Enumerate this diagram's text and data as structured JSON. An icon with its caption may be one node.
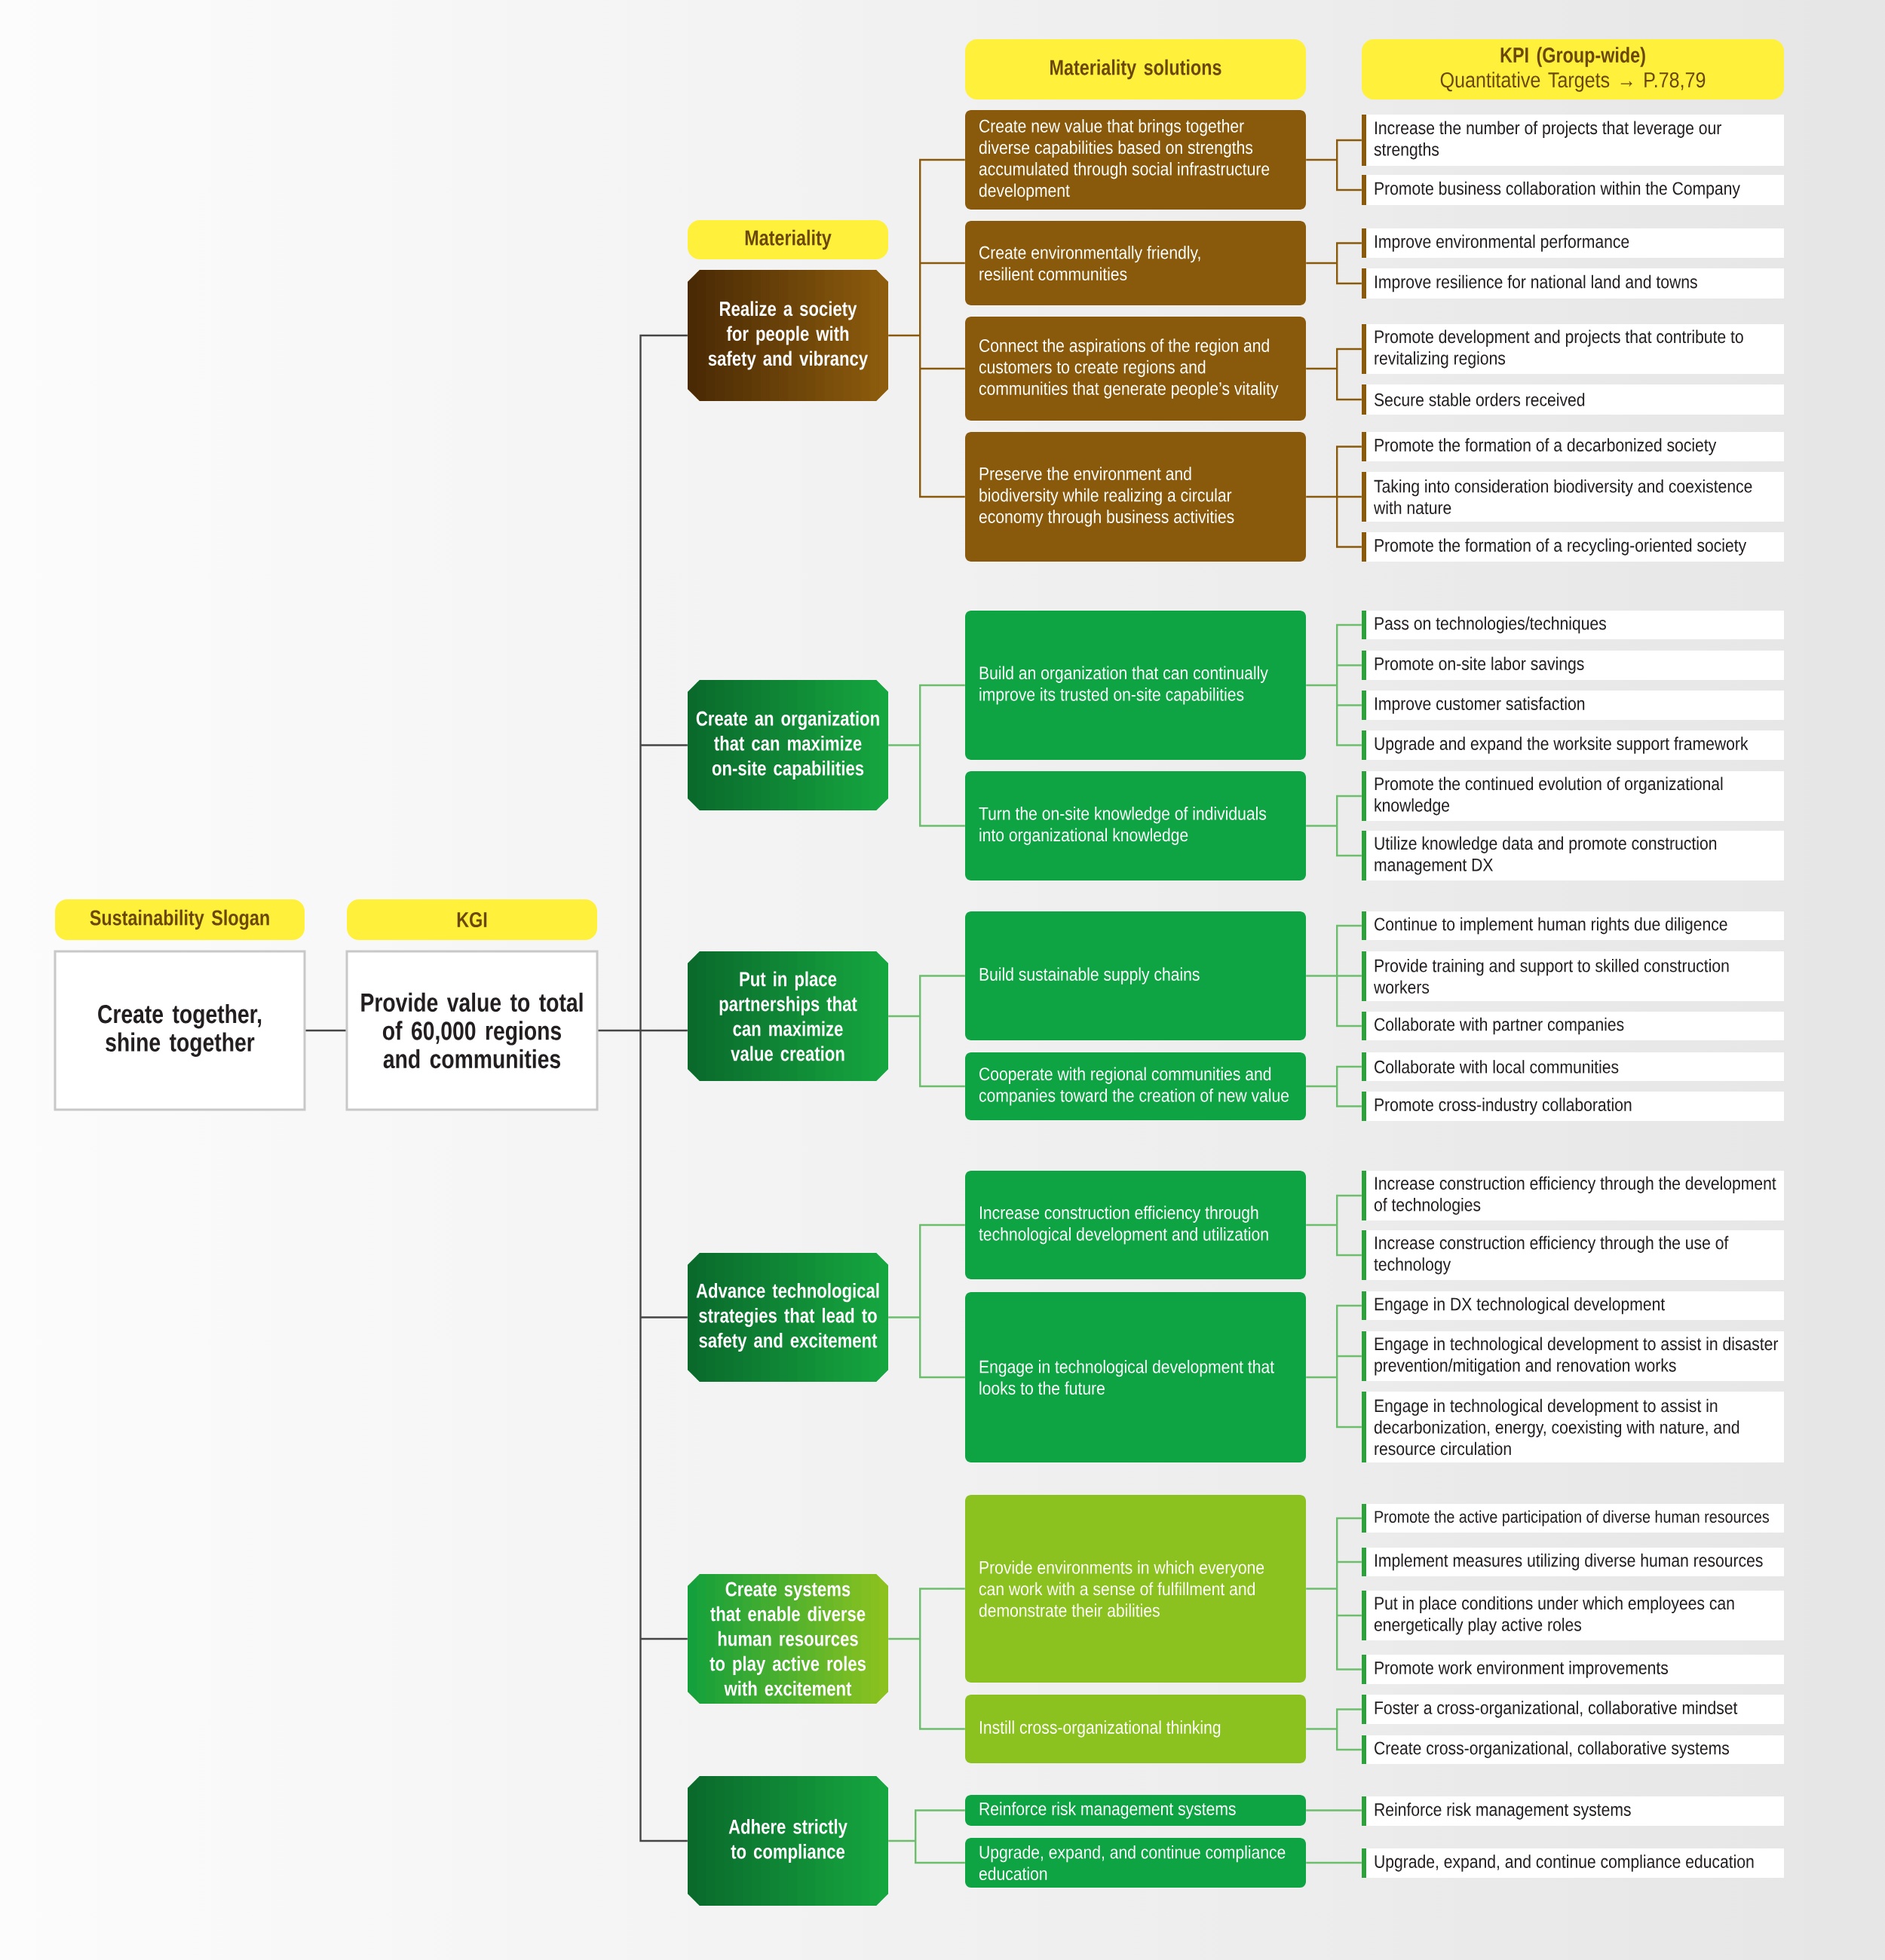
{
  "diagram": {
    "nodes": [
      {
        "text": [
          "Sustainability Slogan"
        ]
      },
      {
        "text": [
          "Create together, shine together"
        ]
      },
      {
        "text": [
          "KGI"
        ]
      },
      {
        "text": [
          "Provide value to total of 60,000 regions and communities"
        ]
      },
      {
        "text": [
          "Materiality"
        ]
      },
      {
        "text": [
          "Realize a society for people with safety and vibrancy"
        ]
      },
      {
        "text": [
          "Create an organization that can maximize on-site capabilities"
        ]
      },
      {
        "text": [
          "Put in place partnerships that can maximize value creation"
        ]
      },
      {
        "text": [
          "Advance technological strategies that lead to safety and excitement"
        ]
      },
      {
        "text": [
          "Create systems that enable diverse human resources to play active roles with excitement"
        ]
      },
      {
        "text": [
          "Adhere strictly to compliance"
        ]
      },
      {
        "text": [
          "Materiality solutions"
        ]
      },
      {
        "text": [
          "Create new value that brings together diverse capabilities based on strengths accumulated through social infrastructure development"
        ]
      },
      {
        "text": [
          "Create environmentally friendly, resilient communities"
        ]
      },
      {
        "text": [
          "Connect the aspirations of the region and customers to create regions and communities that generate people’s vitality"
        ]
      },
      {
        "text": [
          "Preserve the environment and biodiversity while realizing a circular economy through business activities"
        ]
      },
      {
        "text": [
          "Build an organization that can continually improve its trusted on-site capabilities"
        ]
      },
      {
        "text": [
          "Turn the on-site knowledge of individuals into organizational knowledge"
        ]
      },
      {
        "text": [
          "Build sustainable supply chains"
        ]
      },
      {
        "text": [
          "Cooperate with regional communities and companies toward the creation of new value"
        ]
      },
      {
        "text": [
          "Increase construction efficiency through technological development and utilization"
        ]
      },
      {
        "text": [
          "Engage in technological development that looks to the future"
        ]
      },
      {
        "text": [
          "Provide environments in which everyone can work with a sense of fulfillment and demonstrate their abilities"
        ]
      },
      {
        "text": [
          "Instill cross-organizational thinking"
        ]
      },
      {
        "text": [
          "Reinforce risk management systems"
        ]
      },
      {
        "text": [
          "Upgrade, expand, and continue compliance education"
        ]
      },
      {
        "text": [
          "KPI (Group-wide)",
          "Quantitative Targets → P.78,79"
        ]
      },
      {
        "text": [
          "Increase the number of projects that leverage our strengths"
        ]
      },
      {
        "text": [
          "Promote business collaboration within the Company"
        ]
      },
      {
        "text": [
          "Improve environmental performance"
        ]
      },
      {
        "text": [
          "Improve resilience for national land and towns"
        ]
      },
      {
        "text": [
          "Promote development and projects that contribute to revitalizing regions"
        ]
      },
      {
        "text": [
          "Secure stable orders received"
        ]
      },
      {
        "text": [
          "Promote the formation of a decarbonized society"
        ]
      },
      {
        "text": [
          "Taking into consideration biodiversity and coexistence with nature"
        ]
      },
      {
        "text": [
          "Promote the formation of a recycling-oriented society"
        ]
      },
      {
        "text": [
          "Pass on technologies/techniques"
        ]
      },
      {
        "text": [
          "Promote on-site labor savings"
        ]
      },
      {
        "text": [
          "Improve customer satisfaction"
        ]
      },
      {
        "text": [
          "Upgrade and expand the worksite support framework"
        ]
      },
      {
        "text": [
          "Promote the continued evolution of organizational knowledge"
        ]
      },
      {
        "text": [
          "Utilize knowledge data and promote construction management DX"
        ]
      },
      {
        "text": [
          "Continue to implement human rights due diligence"
        ]
      },
      {
        "text": [
          "Provide training and support to skilled construction workers"
        ]
      },
      {
        "text": [
          "Collaborate with partner companies"
        ]
      },
      {
        "text": [
          "Collaborate with local communities"
        ]
      },
      {
        "text": [
          "Promote cross-industry collaboration"
        ]
      },
      {
        "text": [
          "Increase construction efficiency through the development of technologies"
        ]
      },
      {
        "text": [
          "Increase construction efficiency through the use of technology"
        ]
      },
      {
        "text": [
          "Engage in DX technological development"
        ]
      },
      {
        "text": [
          "Engage in technological development to assist in disaster prevention/mitigation and renovation works"
        ]
      },
      {
        "text": [
          "Engage in technological development to assist in decarbonization, energy, coexisting with nature, and resource circulation"
        ]
      },
      {
        "text": [
          "Promote the active participation of diverse human resources"
        ]
      },
      {
        "text": [
          "Implement measures utilizing diverse human resources"
        ]
      },
      {
        "text": [
          "Put in place conditions under which employees can energetically play active roles"
        ]
      },
      {
        "text": [
          "Promote work environment improvements"
        ]
      },
      {
        "text": [
          "Foster a cross-organizational, collaborative mindset"
        ]
      },
      {
        "text": [
          "Create cross-organizational, collaborative systems"
        ]
      },
      {
        "text": [
          "Reinforce risk management systems"
        ]
      },
      {
        "text": [
          "Upgrade, expand, and continue compliance education"
        ]
      }
    ],
    "edges": [
      {
        "from": 1,
        "to": 3,
        "arrow": "none",
        "color": "#454545"
      },
      {
        "from": 3,
        "to": 5,
        "arrow": "none",
        "color": "#454545"
      },
      {
        "from": 3,
        "to": 6,
        "arrow": "none",
        "color": "#454545"
      },
      {
        "from": 3,
        "to": 7,
        "arrow": "none",
        "color": "#454545"
      },
      {
        "from": 3,
        "to": 8,
        "arrow": "none",
        "color": "#454545"
      },
      {
        "from": 3,
        "to": 9,
        "arrow": "none",
        "color": "#454545"
      },
      {
        "from": 3,
        "to": 10,
        "arrow": "none",
        "color": "#454545"
      },
      {
        "from": 5,
        "to": 12,
        "arrow": "none",
        "color": "#8a5a0c"
      },
      {
        "from": 5,
        "to": 13,
        "arrow": "none",
        "color": "#8a5a0c"
      },
      {
        "from": 5,
        "to": 14,
        "arrow": "none",
        "color": "#8a5a0c"
      },
      {
        "from": 5,
        "to": 15,
        "arrow": "none",
        "color": "#8a5a0c"
      },
      {
        "from": 6,
        "to": 16,
        "arrow": "none"
      },
      {
        "from": 6,
        "to": 17,
        "arrow": "none"
      },
      {
        "from": 7,
        "to": 18,
        "arrow": "none"
      },
      {
        "from": 7,
        "to": 19,
        "arrow": "none"
      },
      {
        "from": 8,
        "to": 20,
        "arrow": "none"
      },
      {
        "from": 8,
        "to": 21,
        "arrow": "none"
      },
      {
        "from": 9,
        "to": 22,
        "arrow": "none"
      },
      {
        "from": 9,
        "to": 23,
        "arrow": "none"
      },
      {
        "from": 10,
        "to": 24,
        "arrow": "none"
      },
      {
        "from": 10,
        "to": 25,
        "arrow": "none"
      },
      {
        "from": 12,
        "to": 27,
        "arrow": "none",
        "color": "#8a5a0c"
      },
      {
        "from": 12,
        "to": 28,
        "arrow": "none",
        "color": "#8a5a0c"
      },
      {
        "from": 13,
        "to": 29,
        "arrow": "none",
        "color": "#8a5a0c"
      },
      {
        "from": 13,
        "to": 30,
        "arrow": "none",
        "color": "#8a5a0c"
      },
      {
        "from": 14,
        "to": 31,
        "arrow": "none",
        "color": "#8a5a0c"
      },
      {
        "from": 14,
        "to": 32,
        "arrow": "none",
        "color": "#8a5a0c"
      },
      {
        "from": 15,
        "to": 33,
        "arrow": "none",
        "color": "#8a5a0c"
      },
      {
        "from": 15,
        "to": 34,
        "arrow": "none",
        "color": "#8a5a0c"
      },
      {
        "from": 15,
        "to": 35,
        "arrow": "none",
        "color": "#8a5a0c"
      },
      {
        "from": 16,
        "to": 36,
        "arrow": "none"
      },
      {
        "from": 16,
        "to": 37,
        "arrow": "none"
      },
      {
        "from": 16,
        "to": 38,
        "arrow": "none"
      },
      {
        "from": 16,
        "to": 39,
        "arrow": "none"
      },
      {
        "from": 17,
        "to": 40,
        "arrow": "none"
      },
      {
        "from": 17,
        "to": 41,
        "arrow": "none"
      },
      {
        "from": 18,
        "to": 42,
        "arrow": "none"
      },
      {
        "from": 18,
        "to": 43,
        "arrow": "none"
      },
      {
        "from": 18,
        "to": 44,
        "arrow": "none"
      },
      {
        "from": 19,
        "to": 45,
        "arrow": "none"
      },
      {
        "from": 19,
        "to": 46,
        "arrow": "none"
      },
      {
        "from": 20,
        "to": 47,
        "arrow": "none"
      },
      {
        "from": 20,
        "to": 48,
        "arrow": "none"
      },
      {
        "from": 21,
        "to": 49,
        "arrow": "none"
      },
      {
        "from": 21,
        "to": 50,
        "arrow": "none"
      },
      {
        "from": 21,
        "to": 51,
        "arrow": "none"
      },
      {
        "from": 22,
        "to": 52,
        "arrow": "none"
      },
      {
        "from": 22,
        "to": 53,
        "arrow": "none"
      },
      {
        "from": 22,
        "to": 54,
        "arrow": "none"
      },
      {
        "from": 22,
        "to": 55,
        "arrow": "none"
      },
      {
        "from": 23,
        "to": 56,
        "arrow": "none"
      },
      {
        "from": 23,
        "to": 57,
        "arrow": "none"
      },
      {
        "from": 24,
        "to": 58,
        "arrow": "none"
      },
      {
        "from": 25,
        "to": 59,
        "arrow": "none"
      }
    ]
  }
}
